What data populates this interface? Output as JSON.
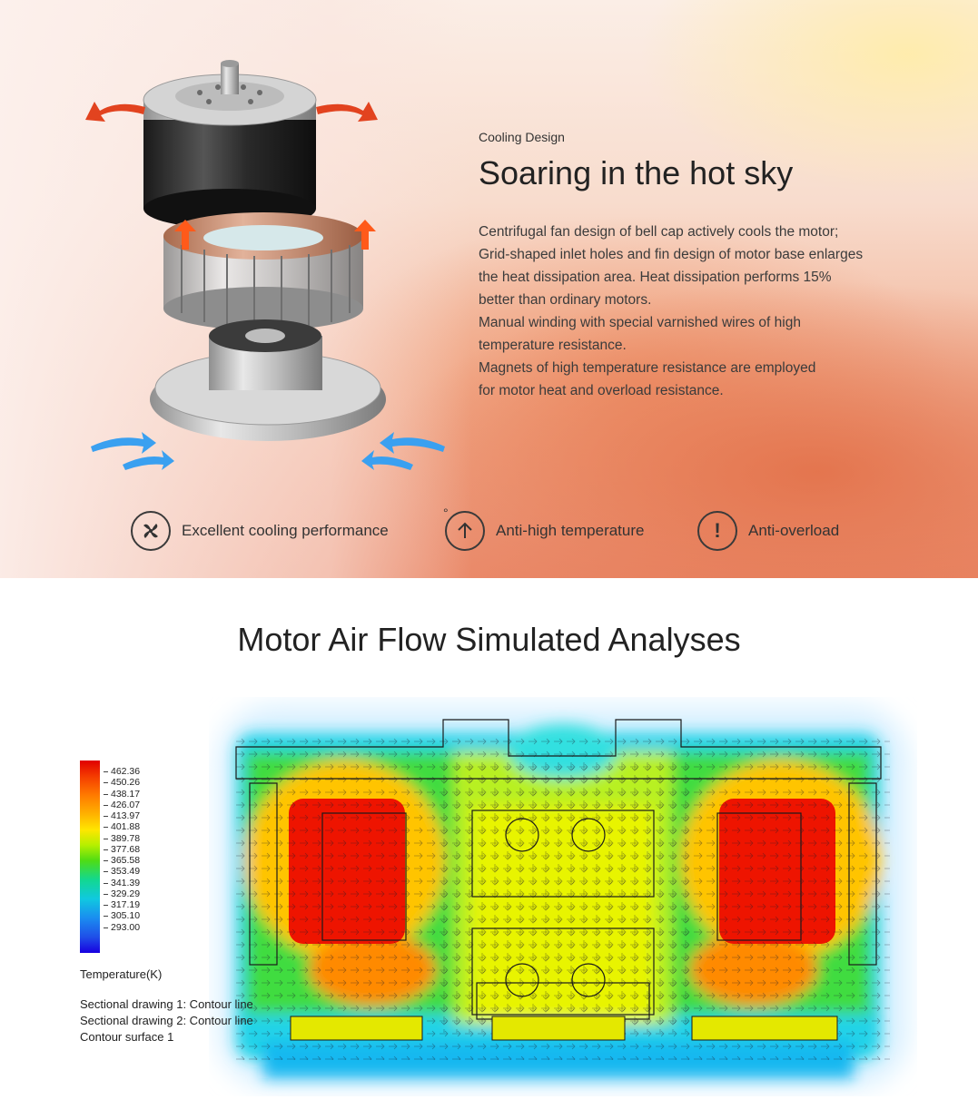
{
  "hero": {
    "eyebrow": "Cooling Design",
    "title": "Soaring in the hot sky",
    "body_lines": [
      "Centrifugal fan design of bell cap actively cools the motor;",
      "Grid-shaped inlet holes and fin design of motor base enlarges",
      "the heat dissipation area. Heat dissipation performs 15%",
      "better than ordinary motors.",
      "Manual winding with special varnished wires of high",
      "temperature resistance.",
      "Magnets of high temperature resistance are employed",
      "for motor heat and overload resistance."
    ],
    "features": [
      {
        "icon": "fan-icon",
        "label": "Excellent cooling performance"
      },
      {
        "icon": "temperature-arrow-up-icon",
        "label": "Anti-high temperature",
        "degree": "°"
      },
      {
        "icon": "exclamation-icon",
        "label": "Anti-overload",
        "glyph": "!"
      }
    ]
  },
  "simulation": {
    "title": "Motor Air Flow Simulated Analyses",
    "legend_values": [
      "462.36",
      "450.26",
      "438.17",
      "426.07",
      "413.97",
      "401.88",
      "389.78",
      "377.68",
      "365.58",
      "353.49",
      "341.39",
      "329.29",
      "317.19",
      "305.10",
      "293.00"
    ],
    "legend_unit": "Temperature(K)",
    "notes": [
      "Sectional drawing 1: Contour line",
      "Sectional drawing 2: Contour line",
      "Contour surface 1"
    ]
  },
  "colors": {
    "hot": "#e80000",
    "warm": "#ffb300",
    "mid": "#4fdc14",
    "cool": "#10c8e0",
    "cold": "#1800e0",
    "text_dark": "#222222"
  }
}
